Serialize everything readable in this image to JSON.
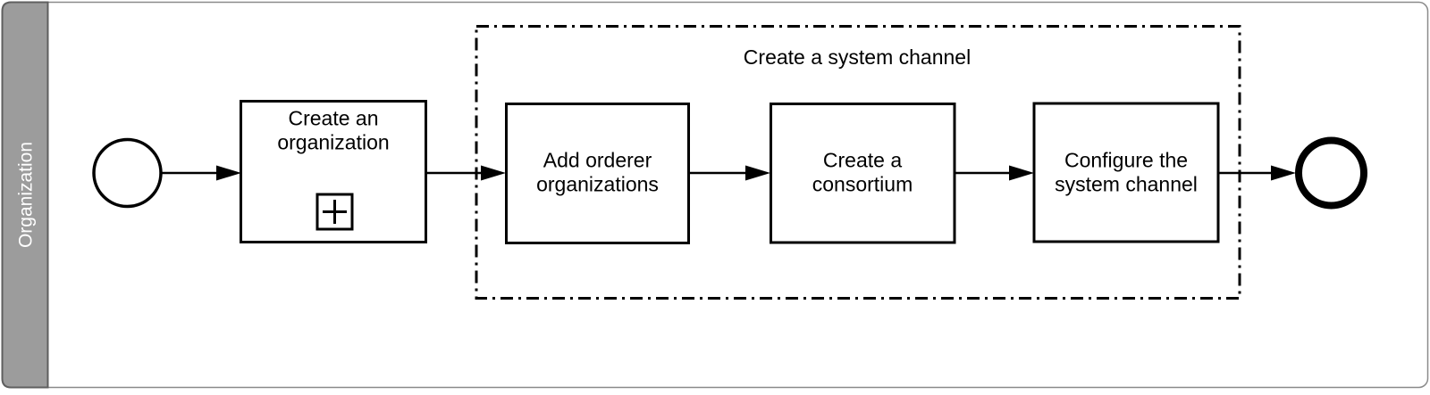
{
  "diagram": {
    "type": "bpmn-process",
    "lane": {
      "label": "Organization"
    },
    "group": {
      "label": "Create a system channel"
    },
    "tasks": [
      {
        "id": "create-an-organization",
        "line1": "Create an",
        "line2": "organization",
        "marker": "subprocess-plus"
      },
      {
        "id": "add-orderer-organizations",
        "line1": "Add orderer",
        "line2": "organizations"
      },
      {
        "id": "create-a-consortium",
        "line1": "Create a",
        "line2": "consortium"
      },
      {
        "id": "configure-the-system-channel",
        "line1": "Configure the",
        "line2": "system channel"
      }
    ],
    "events": [
      {
        "id": "start-event",
        "kind": "start"
      },
      {
        "id": "end-event",
        "kind": "end"
      }
    ],
    "flows": [
      {
        "from": "start-event",
        "to": "create-an-organization"
      },
      {
        "from": "create-an-organization",
        "to": "add-orderer-organizations"
      },
      {
        "from": "add-orderer-organizations",
        "to": "create-a-consortium"
      },
      {
        "from": "create-a-consortium",
        "to": "configure-the-system-channel"
      },
      {
        "from": "configure-the-system-channel",
        "to": "end-event"
      }
    ],
    "colors": {
      "lane_fill": "#9c9c9c",
      "lane_border": "#5f5f5f",
      "lane_text": "#ffffff",
      "pool_border": "#8a8a8a",
      "shape_stroke": "#000000",
      "background": "#ffffff"
    }
  }
}
